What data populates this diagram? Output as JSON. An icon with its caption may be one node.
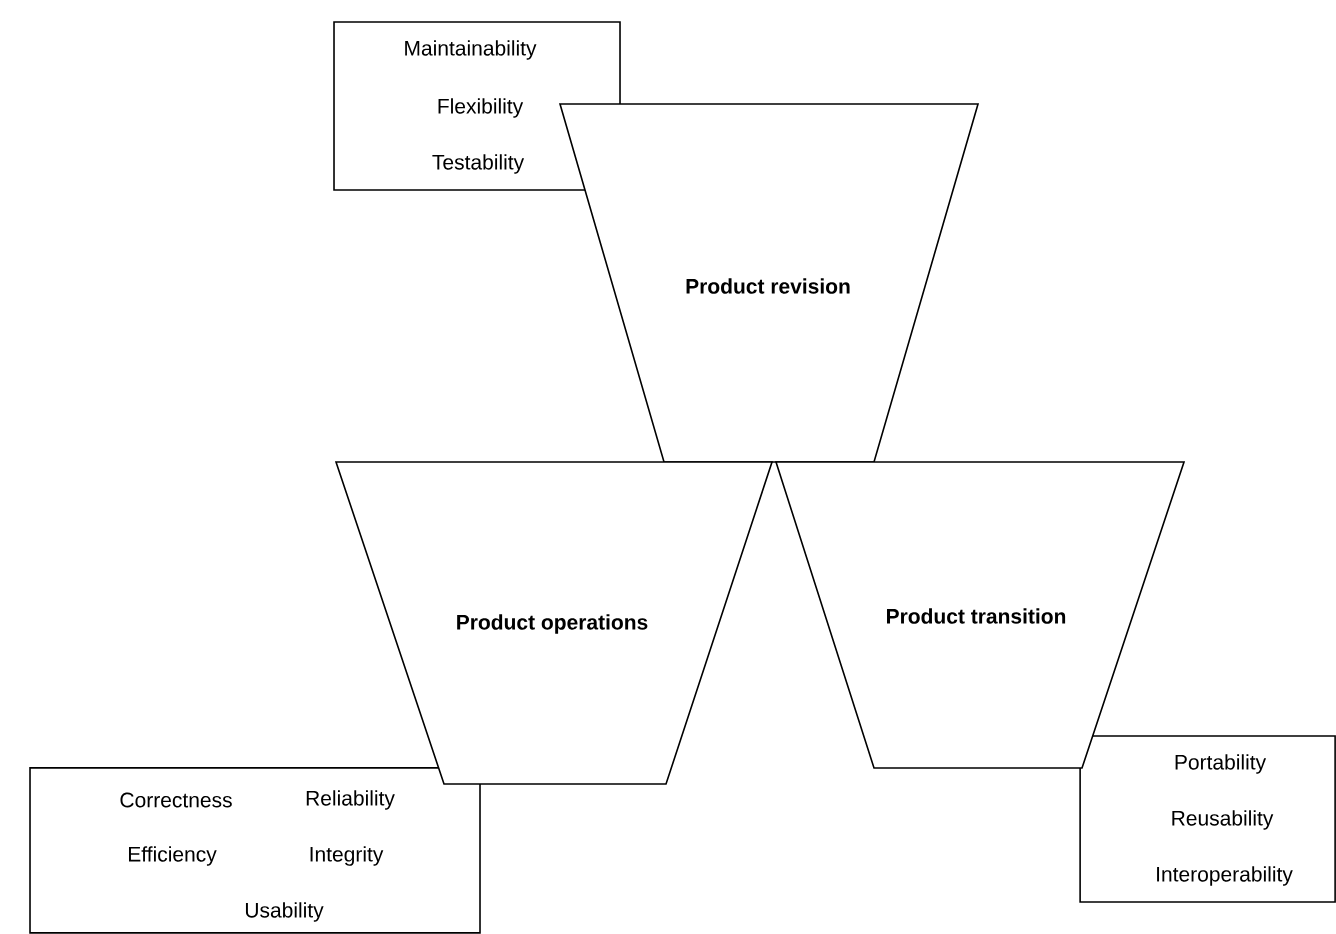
{
  "diagram": {
    "nodes": [
      {
        "text": [
          "Maintainability",
          "Flexibility",
          "Testability"
        ]
      },
      {
        "text": [
          "Product revision"
        ]
      },
      {
        "text": [
          "Product operations"
        ]
      },
      {
        "text": [
          "Product transition"
        ]
      },
      {
        "text": [
          "Correctness",
          "Reliability",
          "Efficiency",
          "Integrity",
          "Usability"
        ]
      },
      {
        "text": [
          "Portability",
          "Reusability",
          "Interoperability"
        ]
      }
    ]
  }
}
